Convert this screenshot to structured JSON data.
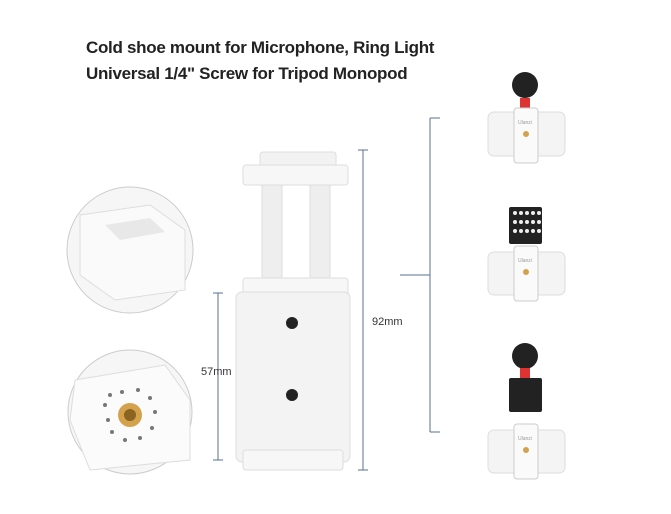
{
  "headline": {
    "line1": "Cold shoe mount for Microphone, Ring Light",
    "line2": "Universal 1/4\" Screw for  Tripod Monopod"
  },
  "dimensions": {
    "height_total": "92mm",
    "height_clamp": "57mm"
  },
  "logo_text": "Ulanzi",
  "colors": {
    "accent_line": "#5a6f8f",
    "body": "#f1f1f1",
    "screw": "#d4a24c"
  }
}
